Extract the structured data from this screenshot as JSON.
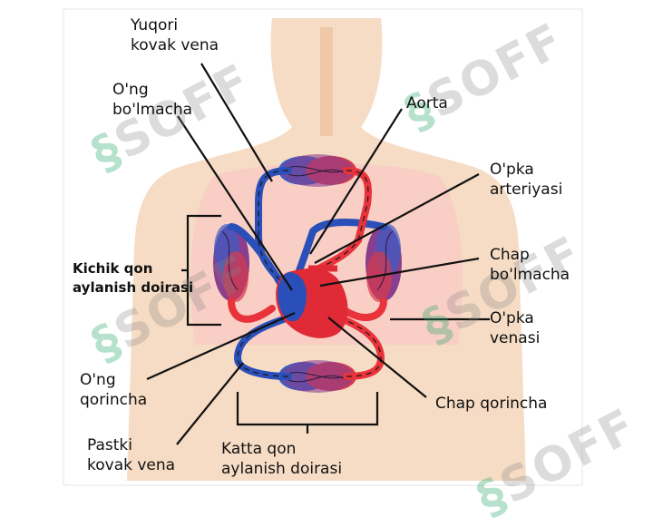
{
  "colors": {
    "oxygenated": "#e8333b",
    "deoxygenated": "#2a4fb8",
    "body_skin": "#f6dcc4",
    "lung_zone": "#f8c9c6",
    "label_line": "#111111"
  },
  "labels": {
    "superior_vena_cava": [
      "Yuqori",
      "kovak vena"
    ],
    "right_atrium": [
      "O'ng",
      "bo'lmacha"
    ],
    "aorta": [
      "Aorta"
    ],
    "pulmonary_artery": [
      "O'pka",
      "arteriyasi"
    ],
    "left_atrium": [
      "Chap",
      "bo'lmacha"
    ],
    "pulmonary_vein": [
      "O'pka",
      "venasi"
    ],
    "left_ventricle": [
      "Chap qorincha"
    ],
    "right_ventricle": [
      "O'ng",
      "qorincha"
    ],
    "inferior_vena_cava": [
      "Pastki",
      "kovak vena"
    ],
    "pulmonary_circulation": [
      "Kichik qon",
      "aylanish doirasi"
    ],
    "systemic_circulation": [
      "Katta qon",
      "aylanish doirasi"
    ]
  },
  "watermark": {
    "text": "SOFF",
    "icon": "soff-logo-icon"
  }
}
